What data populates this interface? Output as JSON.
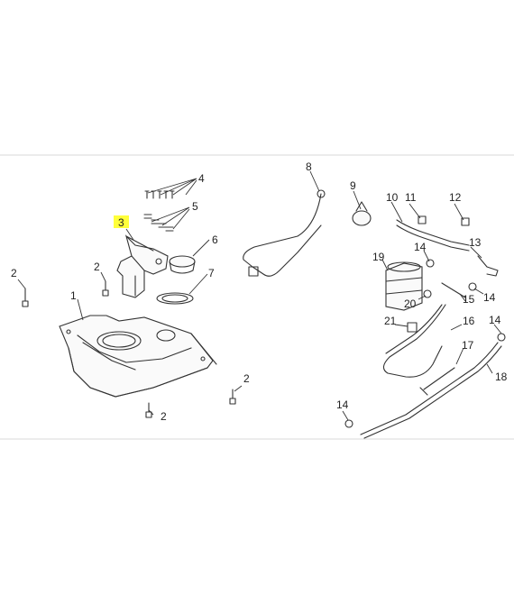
{
  "diagram": {
    "highlight_color": "#ffff3a",
    "line_color": "#333333",
    "callouts": {
      "c1": "1",
      "c2a": "2",
      "c2b": "2",
      "c2c": "2",
      "c2d": "2",
      "c3": "3",
      "c4": "4",
      "c5": "5",
      "c6": "6",
      "c7": "7",
      "c8": "8",
      "c9": "9",
      "c10": "10",
      "c11": "11",
      "c12": "12",
      "c13": "13",
      "c14a": "14",
      "c14b": "14",
      "c14c": "14",
      "c14d": "14",
      "c15": "15",
      "c16": "16",
      "c17": "17",
      "c18": "18",
      "c19": "19",
      "c20": "20",
      "c21": "21"
    },
    "highlighted_callout": "c3"
  }
}
